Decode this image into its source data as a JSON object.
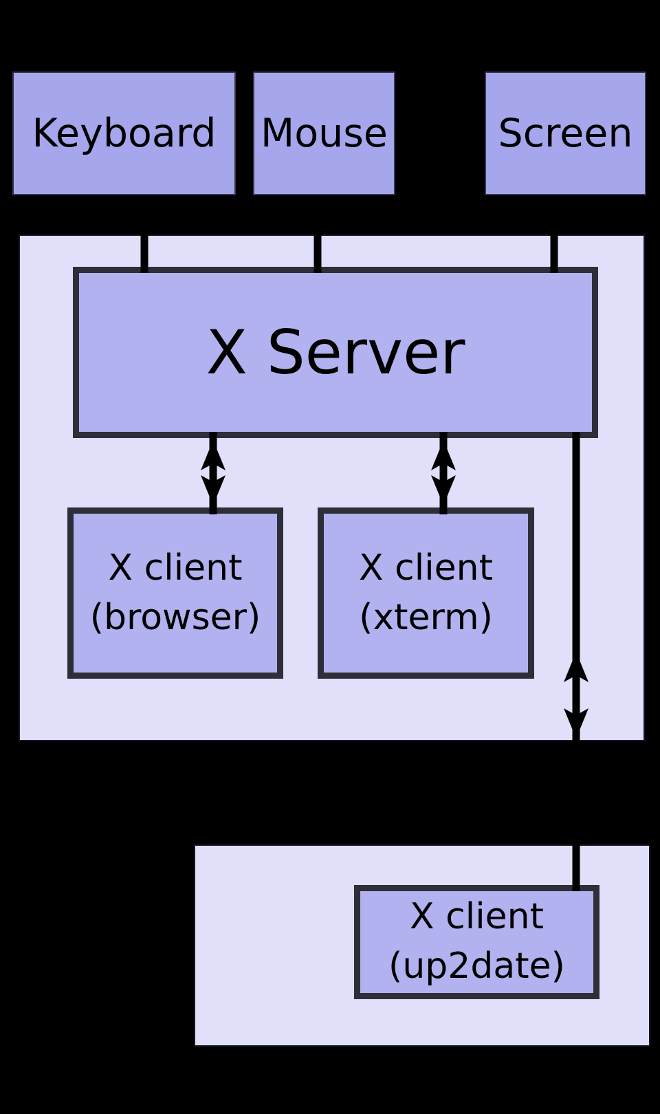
{
  "diagram": {
    "background": "#000000",
    "device_fill": "#a6a6ec",
    "session_fill": "#e0e0fa",
    "node_fill": "#b2b2f0",
    "node_border": "#2e2e38",
    "line_color": "#000000"
  },
  "devices": [
    {
      "id": "keyboard",
      "label": "Keyboard"
    },
    {
      "id": "mouse",
      "label": "Mouse"
    },
    {
      "id": "screen",
      "label": "Screen"
    }
  ],
  "local_session": {
    "server": {
      "label": "X Server"
    },
    "clients": [
      {
        "id": "browser",
        "line1": "X client",
        "line2": "(browser)"
      },
      {
        "id": "xterm",
        "line1": "X client",
        "line2": "(xterm)"
      }
    ]
  },
  "remote_session": {
    "clients": [
      {
        "id": "up2date",
        "line1": "X client",
        "line2": "(up2date)"
      }
    ]
  }
}
